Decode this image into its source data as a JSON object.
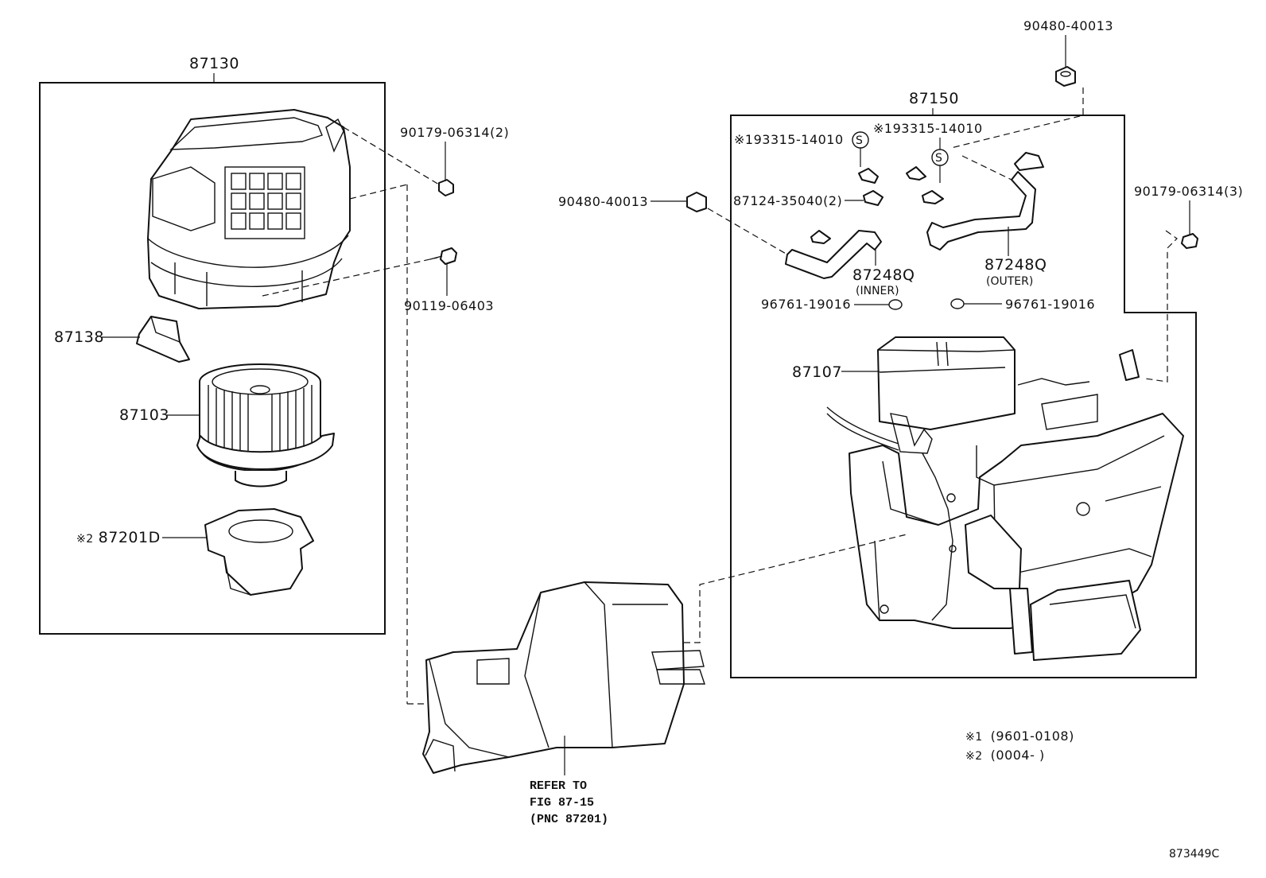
{
  "diagram": {
    "catalog_id": "873449C",
    "groups": {
      "blower_assembly": "87130",
      "radiator_assembly": "87150"
    },
    "parts": {
      "resistor": "87138",
      "fan_motor": "87103",
      "damper_mark": "※2",
      "damper_part": "87201D",
      "screw_top": "90179-06314(2)",
      "bolt": "90119-06403",
      "nut_top": "90480-40013",
      "nut_left": "90480-40013",
      "screw_right": "90179-06314(3)",
      "clamp_1": "※193315-14010",
      "clamp_2": "※193315-14010",
      "clip": "87124-35040(2)",
      "hose_inner": "87248Q",
      "hose_inner_note": "(INNER)",
      "hose_outer": "87248Q",
      "hose_outer_note": "(OUTER)",
      "oring_1": "96761-19016",
      "oring_2": "96761-19016",
      "evaporator": "87107"
    },
    "refer": {
      "line1": "REFER TO",
      "line2": "FIG 87-15",
      "line3": "(PNC 87201)"
    },
    "notes": [
      {
        "mark": "※1",
        "text": "(9601-0108)"
      },
      {
        "mark": "※2",
        "text": "(0004-      )"
      }
    ]
  }
}
